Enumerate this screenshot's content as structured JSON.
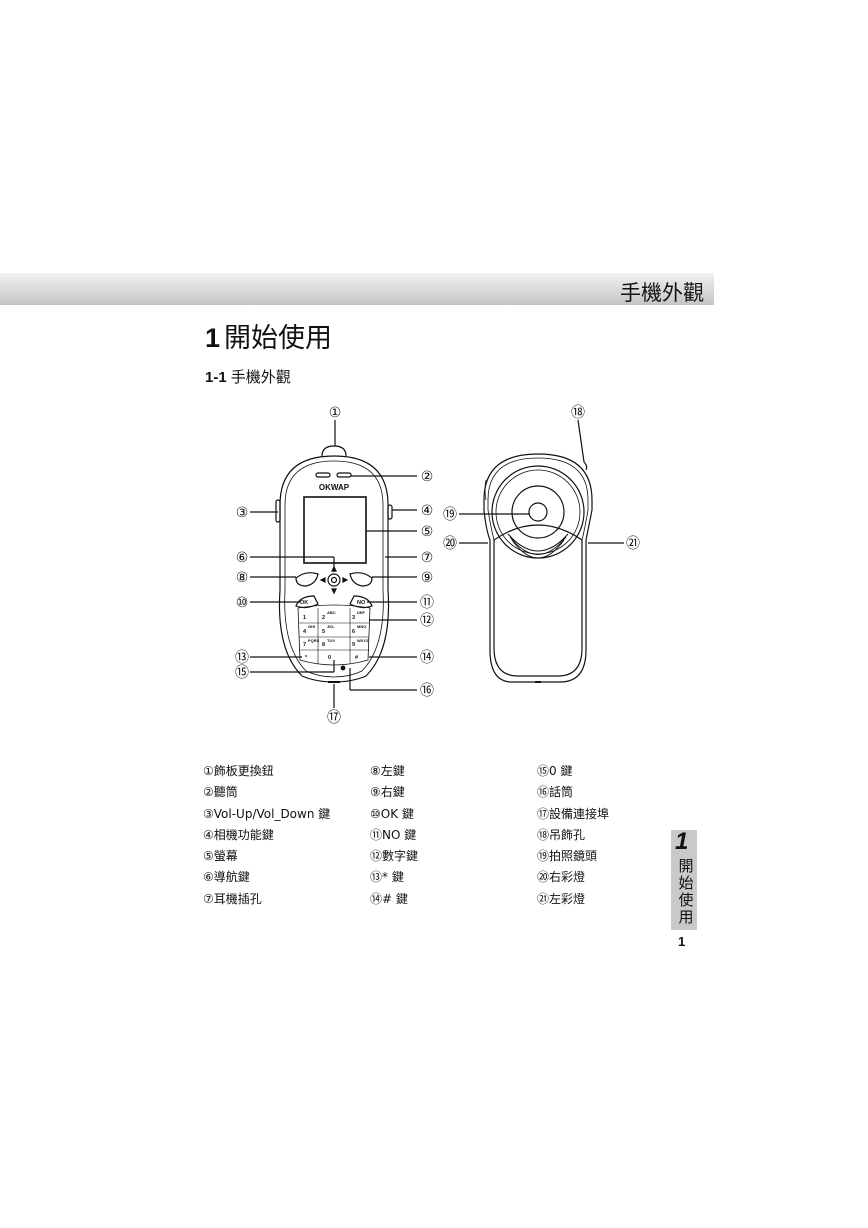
{
  "header": {
    "section_title": "手機外觀"
  },
  "chapter": {
    "number": "1",
    "title": "開始使用"
  },
  "section": {
    "number": "1-1",
    "title": "手機外觀"
  },
  "diagram": {
    "brand": "OKWAP",
    "callouts": [
      "①",
      "②",
      "③",
      "④",
      "⑤",
      "⑥",
      "⑦",
      "⑧",
      "⑨",
      "⑩",
      "⑪",
      "⑫",
      "⑬",
      "⑭",
      "⑮",
      "⑯",
      "⑰",
      "⑱",
      "⑲",
      "⑳",
      "㉑"
    ],
    "keys": {
      "ok": "OK",
      "no": "NO",
      "k1": "1",
      "k2": "2",
      "k3": "3",
      "k4": "4",
      "k5": "5",
      "k6": "6",
      "k7": "7",
      "k8": "8",
      "k9": "9",
      "kstar": "*",
      "k0": "0",
      "khash": "#",
      "l2": "ABC",
      "l3": "DEF",
      "l4": "GHI",
      "l5": "JKL",
      "l6": "MNO",
      "l7": "PQRS",
      "l8": "TUV",
      "l9": "WXYZ"
    }
  },
  "legend": {
    "col1": [
      "①飾板更換鈕",
      "②聽筒",
      "③Vol-Up/Vol_Down 鍵",
      "④相機功能鍵",
      "⑤螢幕",
      "⑥導航鍵",
      "⑦耳機插孔"
    ],
    "col2": [
      "⑧左鍵",
      "⑨右鍵",
      "⑩OK 鍵",
      "⑪NO 鍵",
      "⑫數字鍵",
      "⑬* 鍵",
      "⑭# 鍵"
    ],
    "col3": [
      "⑮0 鍵",
      "⑯話筒",
      "⑰設備連接埠",
      "⑱吊飾孔",
      "⑲拍照鏡頭",
      "⑳右彩燈",
      "㉑左彩燈"
    ]
  },
  "side_tab": {
    "number": "1",
    "chars": [
      "開",
      "始",
      "使",
      "用"
    ]
  },
  "page_number": "1"
}
